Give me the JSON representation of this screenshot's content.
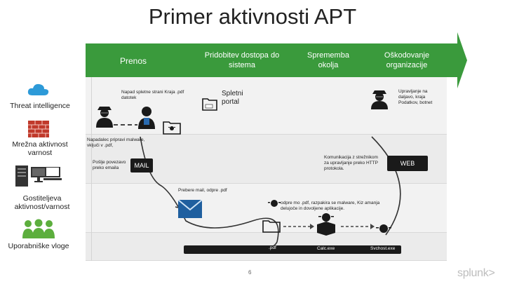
{
  "title": "Primer aktivnosti APT",
  "phases": [
    {
      "label": "Prenos"
    },
    {
      "label": "Pridobitev dostopa do sistema"
    },
    {
      "label": "Sprememba okolja"
    },
    {
      "label": "Oškodovanje organizacije"
    }
  ],
  "lanes": [
    {
      "label": "Threat intelligence"
    },
    {
      "label": "Mrežna aktivnost varnost"
    },
    {
      "label": "Gostiteljeva aktivnost/varnost"
    },
    {
      "label": "Uporabniške vloge"
    }
  ],
  "annotations": {
    "web_attack": "Napad spletne strani Kraja .pdf datotek",
    "web_portal": "Spletni portal",
    "control": "Upravljanje na daljavo, kraja Podatkov, botnet",
    "attacker_sends": "Napadalec pripravi malware, vključi v .pdf,",
    "sent_email": "Pošlje povezavo preko emaila",
    "comm_server": "Komunikacija z strežnikom za upravljanje preko HTTP protokola.",
    "opens_email": "Prebere mail, odpre .pdf",
    "opens_pdf": "odpre mo .pdf, razpakira se malware, Kiz amanja delujoče in dovoljene aplikacije.",
    "pdf_file": ".pdf",
    "calc_file": "Calc.exe",
    "svchost_file": "Svchost.exe"
  },
  "labels": {
    "mail": "MAIL",
    "web": "WEB",
    "page_number": "6",
    "brand": "splunk>"
  },
  "colors": {
    "arrow": "#3a9a3c",
    "cloud": "#2d9ad8",
    "firewall": "#c0392b",
    "users": "#5cae3d",
    "dark": "#1a1a1a"
  }
}
